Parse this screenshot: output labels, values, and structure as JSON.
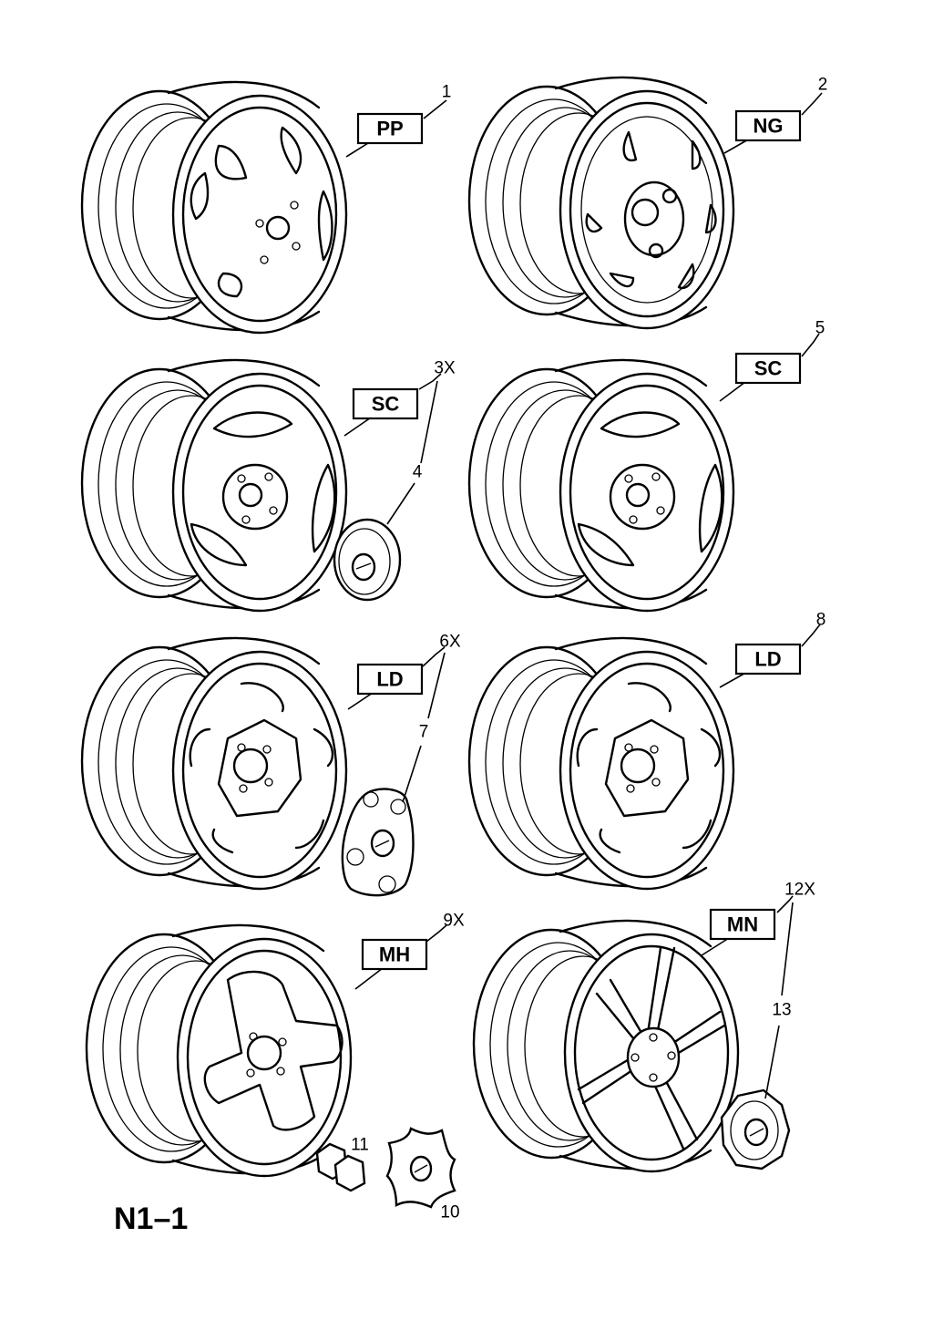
{
  "sheet_id": "N1–1",
  "callouts": {
    "c1": {
      "num": "1",
      "code": "PP"
    },
    "c2": {
      "num": "2",
      "code": "NG"
    },
    "c3": {
      "num": "3X",
      "code": "SC"
    },
    "c4": {
      "num": "4"
    },
    "c5": {
      "num": "5",
      "code": "SC"
    },
    "c6": {
      "num": "6X",
      "code": "LD"
    },
    "c7": {
      "num": "7"
    },
    "c8": {
      "num": "8",
      "code": "LD"
    },
    "c9": {
      "num": "9X",
      "code": "MH"
    },
    "c10": {
      "num": "10"
    },
    "c11": {
      "num": "11"
    },
    "c12": {
      "num": "12X",
      "code": "MN"
    },
    "c13": {
      "num": "13"
    }
  }
}
